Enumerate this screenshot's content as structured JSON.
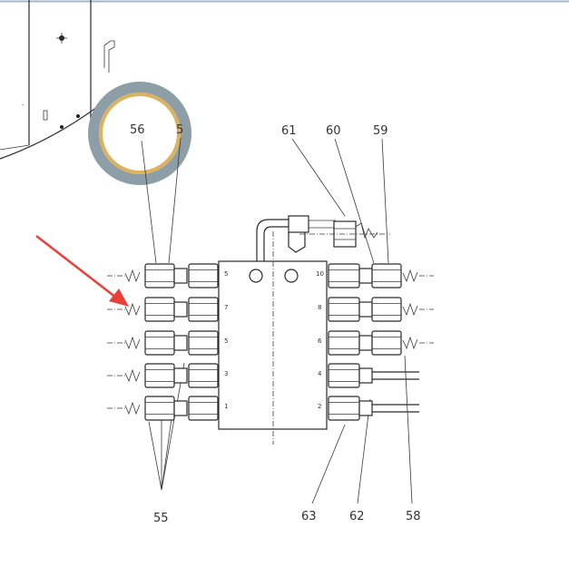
{
  "diagram": {
    "callouts": [
      "56",
      "5",
      "61",
      "60",
      "59",
      "55",
      "63",
      "62",
      "58"
    ],
    "port_numbers_left": [
      "5",
      "7",
      "5",
      "3",
      "1"
    ],
    "port_numbers_right": [
      "10",
      "8",
      "6",
      "4",
      "2"
    ],
    "highlight": {
      "ring_outer_color": "#8e9ea6",
      "ring_inner_color": "#dcb25f"
    },
    "arrow_color": "#e8413a"
  }
}
